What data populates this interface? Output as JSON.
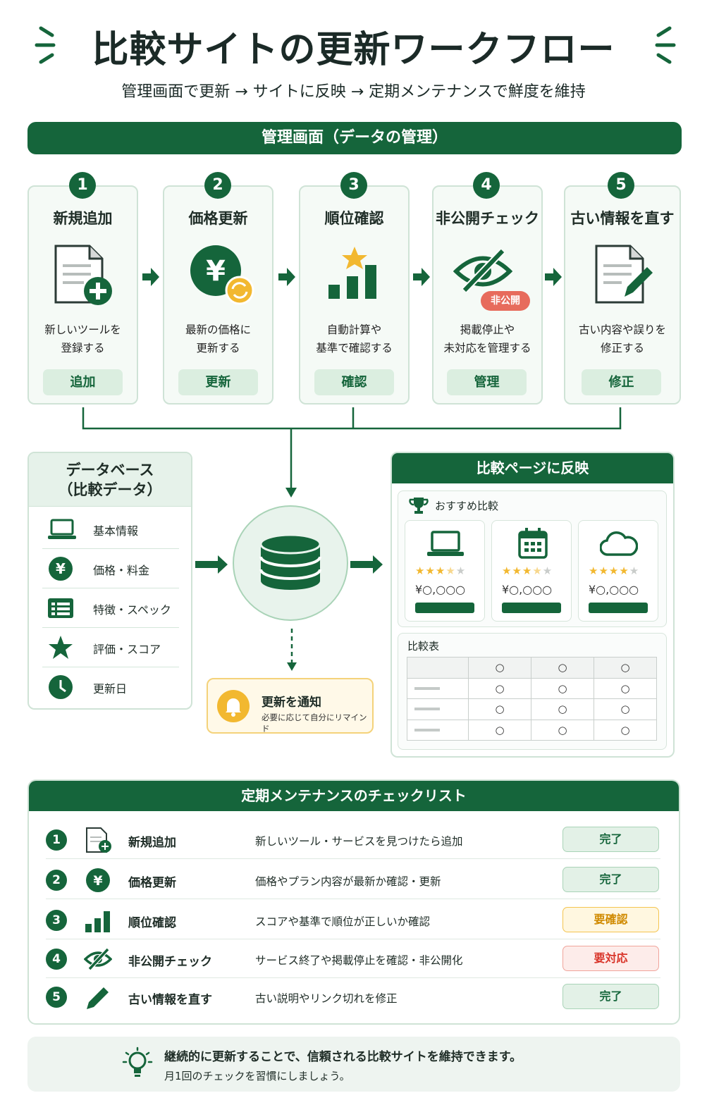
{
  "header": {
    "title": "比較サイトの更新ワークフロー",
    "subtitle": "管理画面で更新 → サイトに反映 → 定期メンテナンスで鮮度を維持"
  },
  "admin": {
    "band": "管理画面（データの管理）",
    "steps": [
      {
        "num": "1",
        "title": "新規追加",
        "desc1": "新しいツールを",
        "desc2": "登録する",
        "pill": "追加",
        "icon": "document-add-icon"
      },
      {
        "num": "2",
        "title": "価格更新",
        "desc1": "最新の価格に",
        "desc2": "更新する",
        "pill": "更新",
        "icon": "yen-refresh-icon"
      },
      {
        "num": "3",
        "title": "順位確認",
        "desc1": "自動計算や",
        "desc2": "基準で確認する",
        "pill": "確認",
        "icon": "bar-chart-star-icon"
      },
      {
        "num": "4",
        "title": "非公開チェック",
        "desc1": "掲載停止や",
        "desc2": "未対応を管理する",
        "pill": "管理",
        "icon": "eye-off-icon",
        "tag": "非公開"
      },
      {
        "num": "5",
        "title": "古い情報を直す",
        "desc1": "古い内容や誤りを",
        "desc2": "修正する",
        "pill": "修正",
        "icon": "document-edit-icon"
      }
    ]
  },
  "database": {
    "title1": "データベース",
    "title2": "（比較データ）",
    "items": [
      {
        "label": "基本情報",
        "icon": "laptop-icon"
      },
      {
        "label": "価格・料金",
        "icon": "yen-icon"
      },
      {
        "label": "特徴・スペック",
        "icon": "list-grid-icon"
      },
      {
        "label": "評価・スコア",
        "icon": "star-icon"
      },
      {
        "label": "更新日",
        "icon": "clock-icon"
      }
    ]
  },
  "notify": {
    "title": "更新を通知",
    "sub": "必要に応じて自分にリマインド"
  },
  "compare_page": {
    "band": "比較ページに反映",
    "recommend_label": "おすすめ比較",
    "products": [
      {
        "icon": "laptop-icon",
        "stars": "★★★★★",
        "filled": 3,
        "half": 1,
        "price": "¥○,○○○"
      },
      {
        "icon": "calendar-icon",
        "stars": "★★★★★",
        "filled": 3,
        "half": 1,
        "price": "¥○,○○○"
      },
      {
        "icon": "cloud-icon",
        "stars": "★★★★★",
        "filled": 4,
        "half": 0,
        "price": "¥○,○○○"
      }
    ],
    "table_label": "比較表",
    "table_mark": "○"
  },
  "checklist": {
    "band": "定期メンテナンスのチェックリスト",
    "rows": [
      {
        "num": "1",
        "name": "新規追加",
        "desc": "新しいツール・サービスを見つけたら追加",
        "status": "完了",
        "kind": "done",
        "icon": "document-add-icon"
      },
      {
        "num": "2",
        "name": "価格更新",
        "desc": "価格やプラン内容が最新か確認・更新",
        "status": "完了",
        "kind": "done",
        "icon": "yen-icon"
      },
      {
        "num": "3",
        "name": "順位確認",
        "desc": "スコアや基準で順位が正しいか確認",
        "status": "要確認",
        "kind": "check",
        "icon": "bar-chart-icon"
      },
      {
        "num": "4",
        "name": "非公開チェック",
        "desc": "サービス終了や掲載停止を確認・非公開化",
        "status": "要対応",
        "kind": "act",
        "icon": "eye-off-icon"
      },
      {
        "num": "5",
        "name": "古い情報を直す",
        "desc": "古い説明やリンク切れを修正",
        "status": "完了",
        "kind": "done",
        "icon": "pencil-icon"
      }
    ]
  },
  "footer": {
    "line1": "継続的に更新することで、信頼される比較サイトを維持できます。",
    "line2": "月1回のチェックを習慣にしましょう。"
  },
  "colors": {
    "primary": "#15653b",
    "light": "#dbeee0",
    "warn": "#f4c44f",
    "alert": "#e0483c"
  }
}
